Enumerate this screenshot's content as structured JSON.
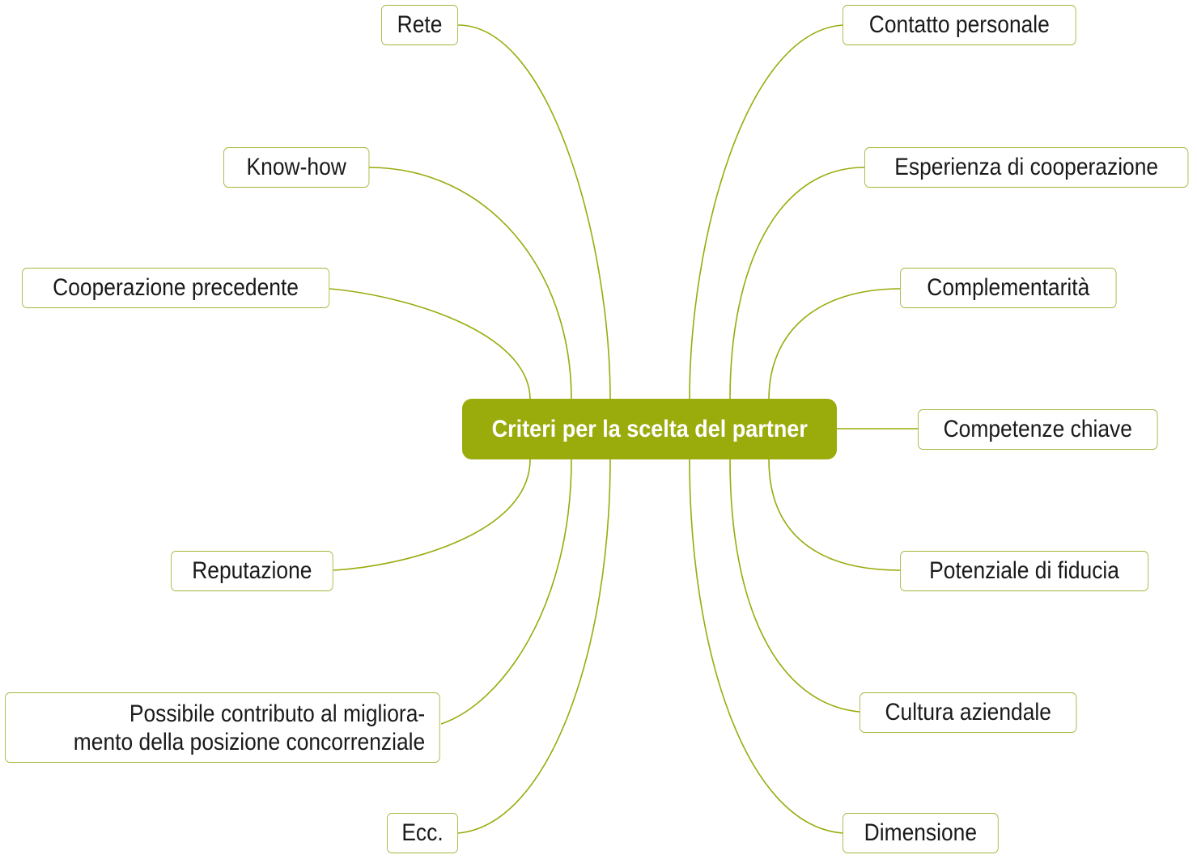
{
  "center": {
    "label": "Criteri per la scelta del partner"
  },
  "left_nodes": {
    "rete": "Rete",
    "know_how": "Know-how",
    "cooperazione": "Cooperazione precedente",
    "reputazione": "Reputazione",
    "contributo_line1": "Possibile contributo al migliora-",
    "contributo_line2": "mento della posizione concorrenziale",
    "ecc": "Ecc."
  },
  "right_nodes": {
    "contatto": "Contatto personale",
    "esperienza": "Esperienza di cooperazione",
    "complementarita": "Complementarità",
    "competenze": "Competenze chiave",
    "potenziale": "Potenziale di fiducia",
    "cultura": "Cultura aziendale",
    "dimensione": "Dimensione"
  },
  "colors": {
    "accent": "#9aab0c",
    "node_border": "#a8b43a",
    "text": "#1a1a1a",
    "center_text": "#ffffff"
  }
}
